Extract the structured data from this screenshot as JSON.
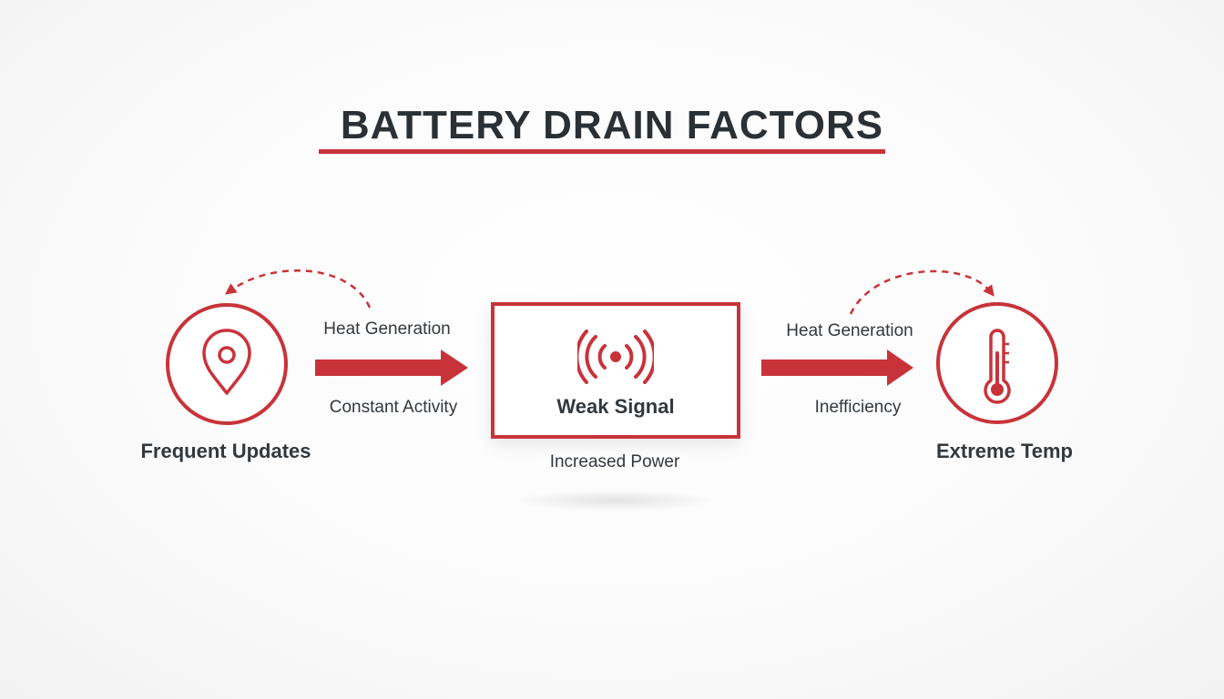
{
  "title": "BATTERY DRAIN FACTORS",
  "nodes": {
    "left": {
      "label": "Frequent Updates",
      "icon": "location-pin-icon"
    },
    "center": {
      "label": "Weak Signal",
      "icon": "signal-waves-icon",
      "sublabel": "Increased Power"
    },
    "right": {
      "label": "Extreme Temp",
      "icon": "thermometer-icon"
    }
  },
  "edges": {
    "left": {
      "top_label": "Heat Generation",
      "bottom_label": "Constant Activity"
    },
    "right": {
      "top_label": "Heat Generation",
      "bottom_label": "Inefficiency"
    }
  },
  "colors": {
    "accent": "#c8333a",
    "text": "#33383d",
    "background": "#fbfbfb"
  }
}
